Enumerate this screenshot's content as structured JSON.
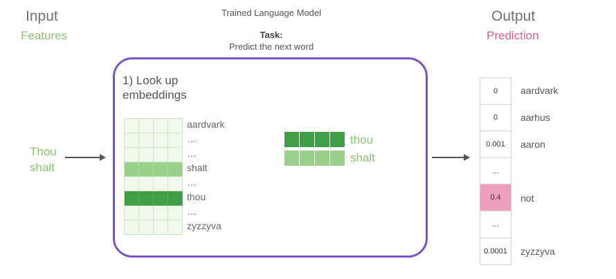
{
  "input": {
    "title": "Input",
    "subtitle": "Features",
    "words": [
      "Thou",
      "shalt"
    ]
  },
  "model": {
    "title": "Trained Language Model",
    "task_label": "Task:",
    "task_text": "Predict the next word"
  },
  "step": {
    "label_line1": "1) Look up",
    "label_line2": "embeddings"
  },
  "vocab_matrix": {
    "rows": [
      "aardvark",
      "…",
      "…",
      "shalt",
      "…",
      "thou",
      "…",
      "zyzzyva"
    ],
    "highlight_light_row": "shalt",
    "highlight_dark_row": "thou"
  },
  "embeddings": [
    {
      "word": "thou",
      "shade": "dark"
    },
    {
      "word": "shalt",
      "shade": "light"
    }
  ],
  "output": {
    "title": "Output",
    "subtitle": "Prediction",
    "probabilities": [
      "0",
      "0",
      "0.001",
      "…",
      "0.4",
      "…",
      "0.0001"
    ],
    "words": [
      "aardvark",
      "aarhus",
      "aaron",
      "",
      "not",
      "",
      "zyzzyva"
    ],
    "highlight_index": 4
  },
  "colors": {
    "accent_green": "#8dc26f",
    "accent_pink": "#e8598a",
    "box_border": "#7b52c6",
    "dark_green": "#3f9e48",
    "light_green": "#99d08a",
    "highlight_pink": "#ee9fbd"
  }
}
